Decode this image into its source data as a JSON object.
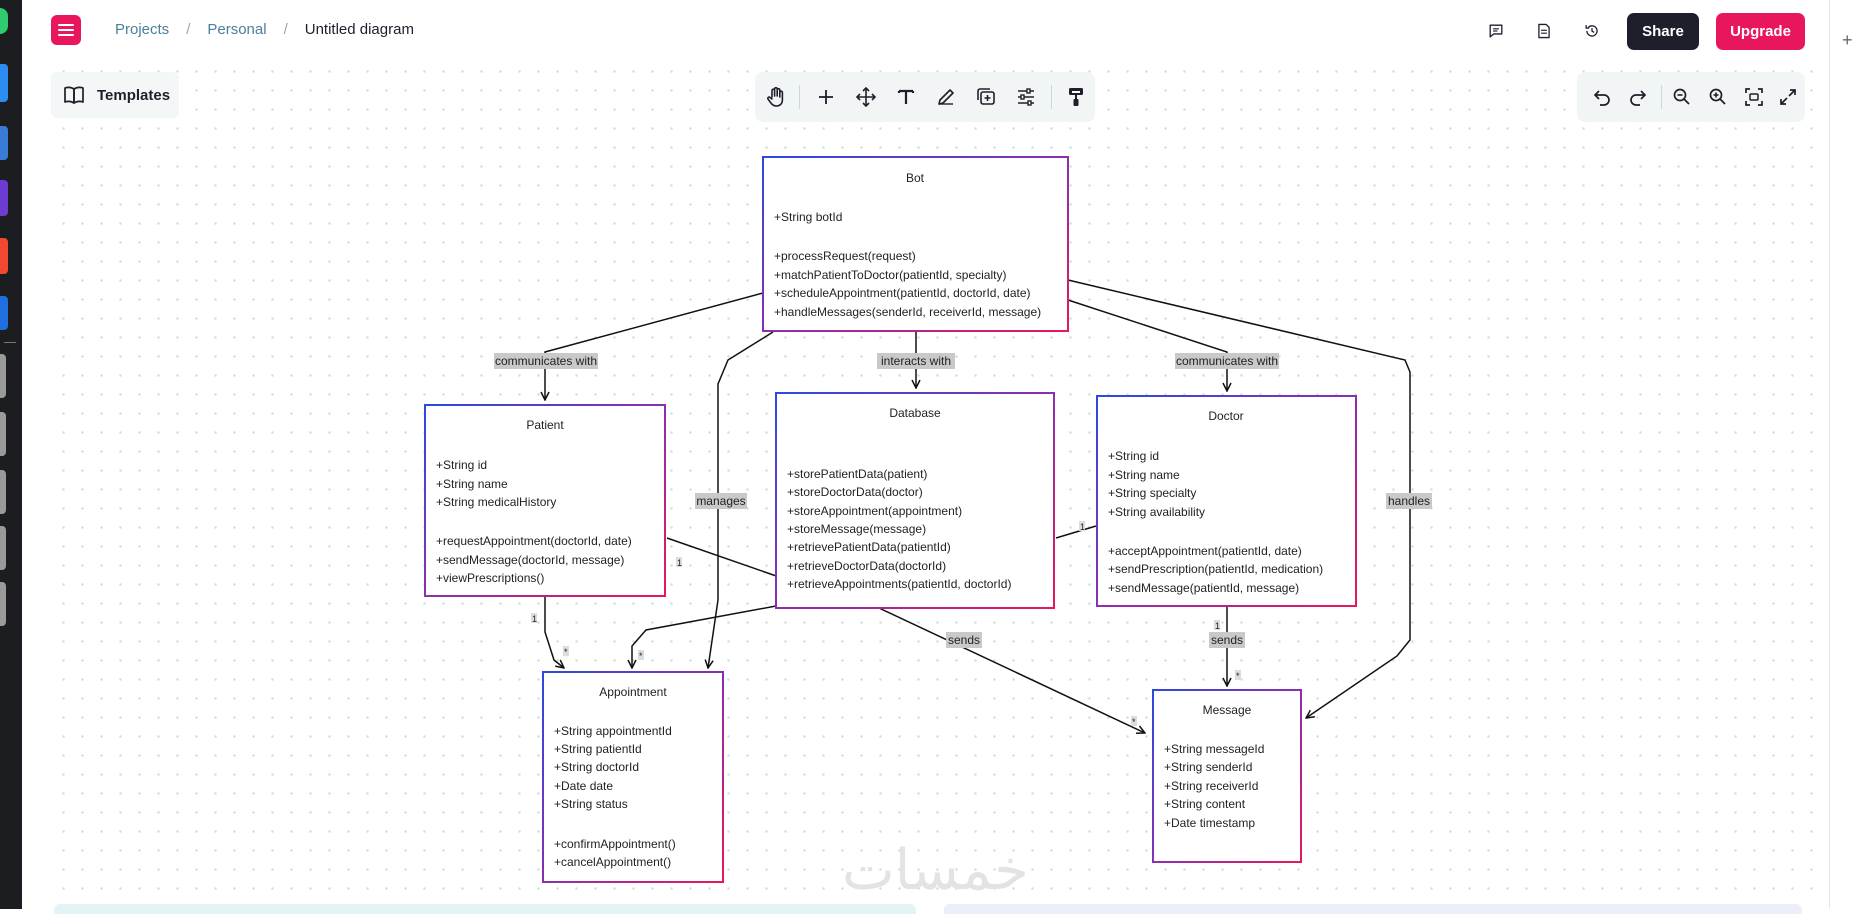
{
  "breadcrumb": {
    "projects": "Projects",
    "personal": "Personal",
    "current": "Untitled diagram",
    "separator": "/"
  },
  "header": {
    "share_label": "Share",
    "upgrade_label": "Upgrade"
  },
  "templates": {
    "label": "Templates"
  },
  "toolbar": {
    "tools": [
      "hand-icon",
      "plus-icon",
      "move-icon",
      "text-icon",
      "pen-icon",
      "add-frame-icon",
      "settings-sliders-icon",
      "paint-roller-icon"
    ]
  },
  "zoombar": {
    "tools": [
      "undo-icon",
      "redo-icon",
      "zoom-out-icon",
      "zoom-in-icon",
      "fit-screen-icon",
      "fullscreen-icon"
    ]
  },
  "colors": {
    "accent": "#e8175d",
    "dark": "#1f1f2b",
    "box_blue": "#2b4bdb",
    "box_pink": "#e8175d"
  },
  "diagram": {
    "classes": {
      "bot": {
        "name": "Bot",
        "attributes": [
          "+String botId"
        ],
        "methods": [
          "+processRequest(request)",
          "+matchPatientToDoctor(patientId, specialty)",
          "+scheduleAppointment(patientId, doctorId, date)",
          "+handleMessages(senderId, receiverId, message)"
        ]
      },
      "patient": {
        "name": "Patient",
        "attributes": [
          "+String id",
          "+String name",
          "+String medicalHistory"
        ],
        "methods": [
          "+requestAppointment(doctorId, date)",
          "+sendMessage(doctorId, message)",
          "+viewPrescriptions()"
        ]
      },
      "database": {
        "name": "Database",
        "attributes": [],
        "methods": [
          "+storePatientData(patient)",
          "+storeDoctorData(doctor)",
          "+storeAppointment(appointment)",
          "+storeMessage(message)",
          "+retrievePatientData(patientId)",
          "+retrieveDoctorData(doctorId)",
          "+retrieveAppointments(patientId, doctorId)"
        ]
      },
      "doctor": {
        "name": "Doctor",
        "attributes": [
          "+String id",
          "+String name",
          "+String specialty",
          "+String availability"
        ],
        "methods": [
          "+acceptAppointment(patientId, date)",
          "+sendPrescription(patientId, medication)",
          "+sendMessage(patientId, message)"
        ]
      },
      "appointment": {
        "name": "Appointment",
        "attributes": [
          "+String appointmentId",
          "+String patientId",
          "+String doctorId",
          "+Date date",
          "+String status"
        ],
        "methods": [
          "+confirmAppointment()",
          "+cancelAppointment()"
        ]
      },
      "message": {
        "name": "Message",
        "attributes": [
          "+String messageId",
          "+String senderId",
          "+String receiverId",
          "+String content",
          "+Date timestamp"
        ],
        "methods": []
      }
    },
    "edge_labels": {
      "bot_patient": "communicates with",
      "bot_database": "interacts with",
      "bot_doctor": "communicates with",
      "bot_appointment": "manages",
      "bot_message": "handles",
      "patient_message": "sends",
      "doctor_message": "sends"
    },
    "multiplicities": {
      "one": "1",
      "many": "*"
    }
  },
  "watermark": "خمسات"
}
